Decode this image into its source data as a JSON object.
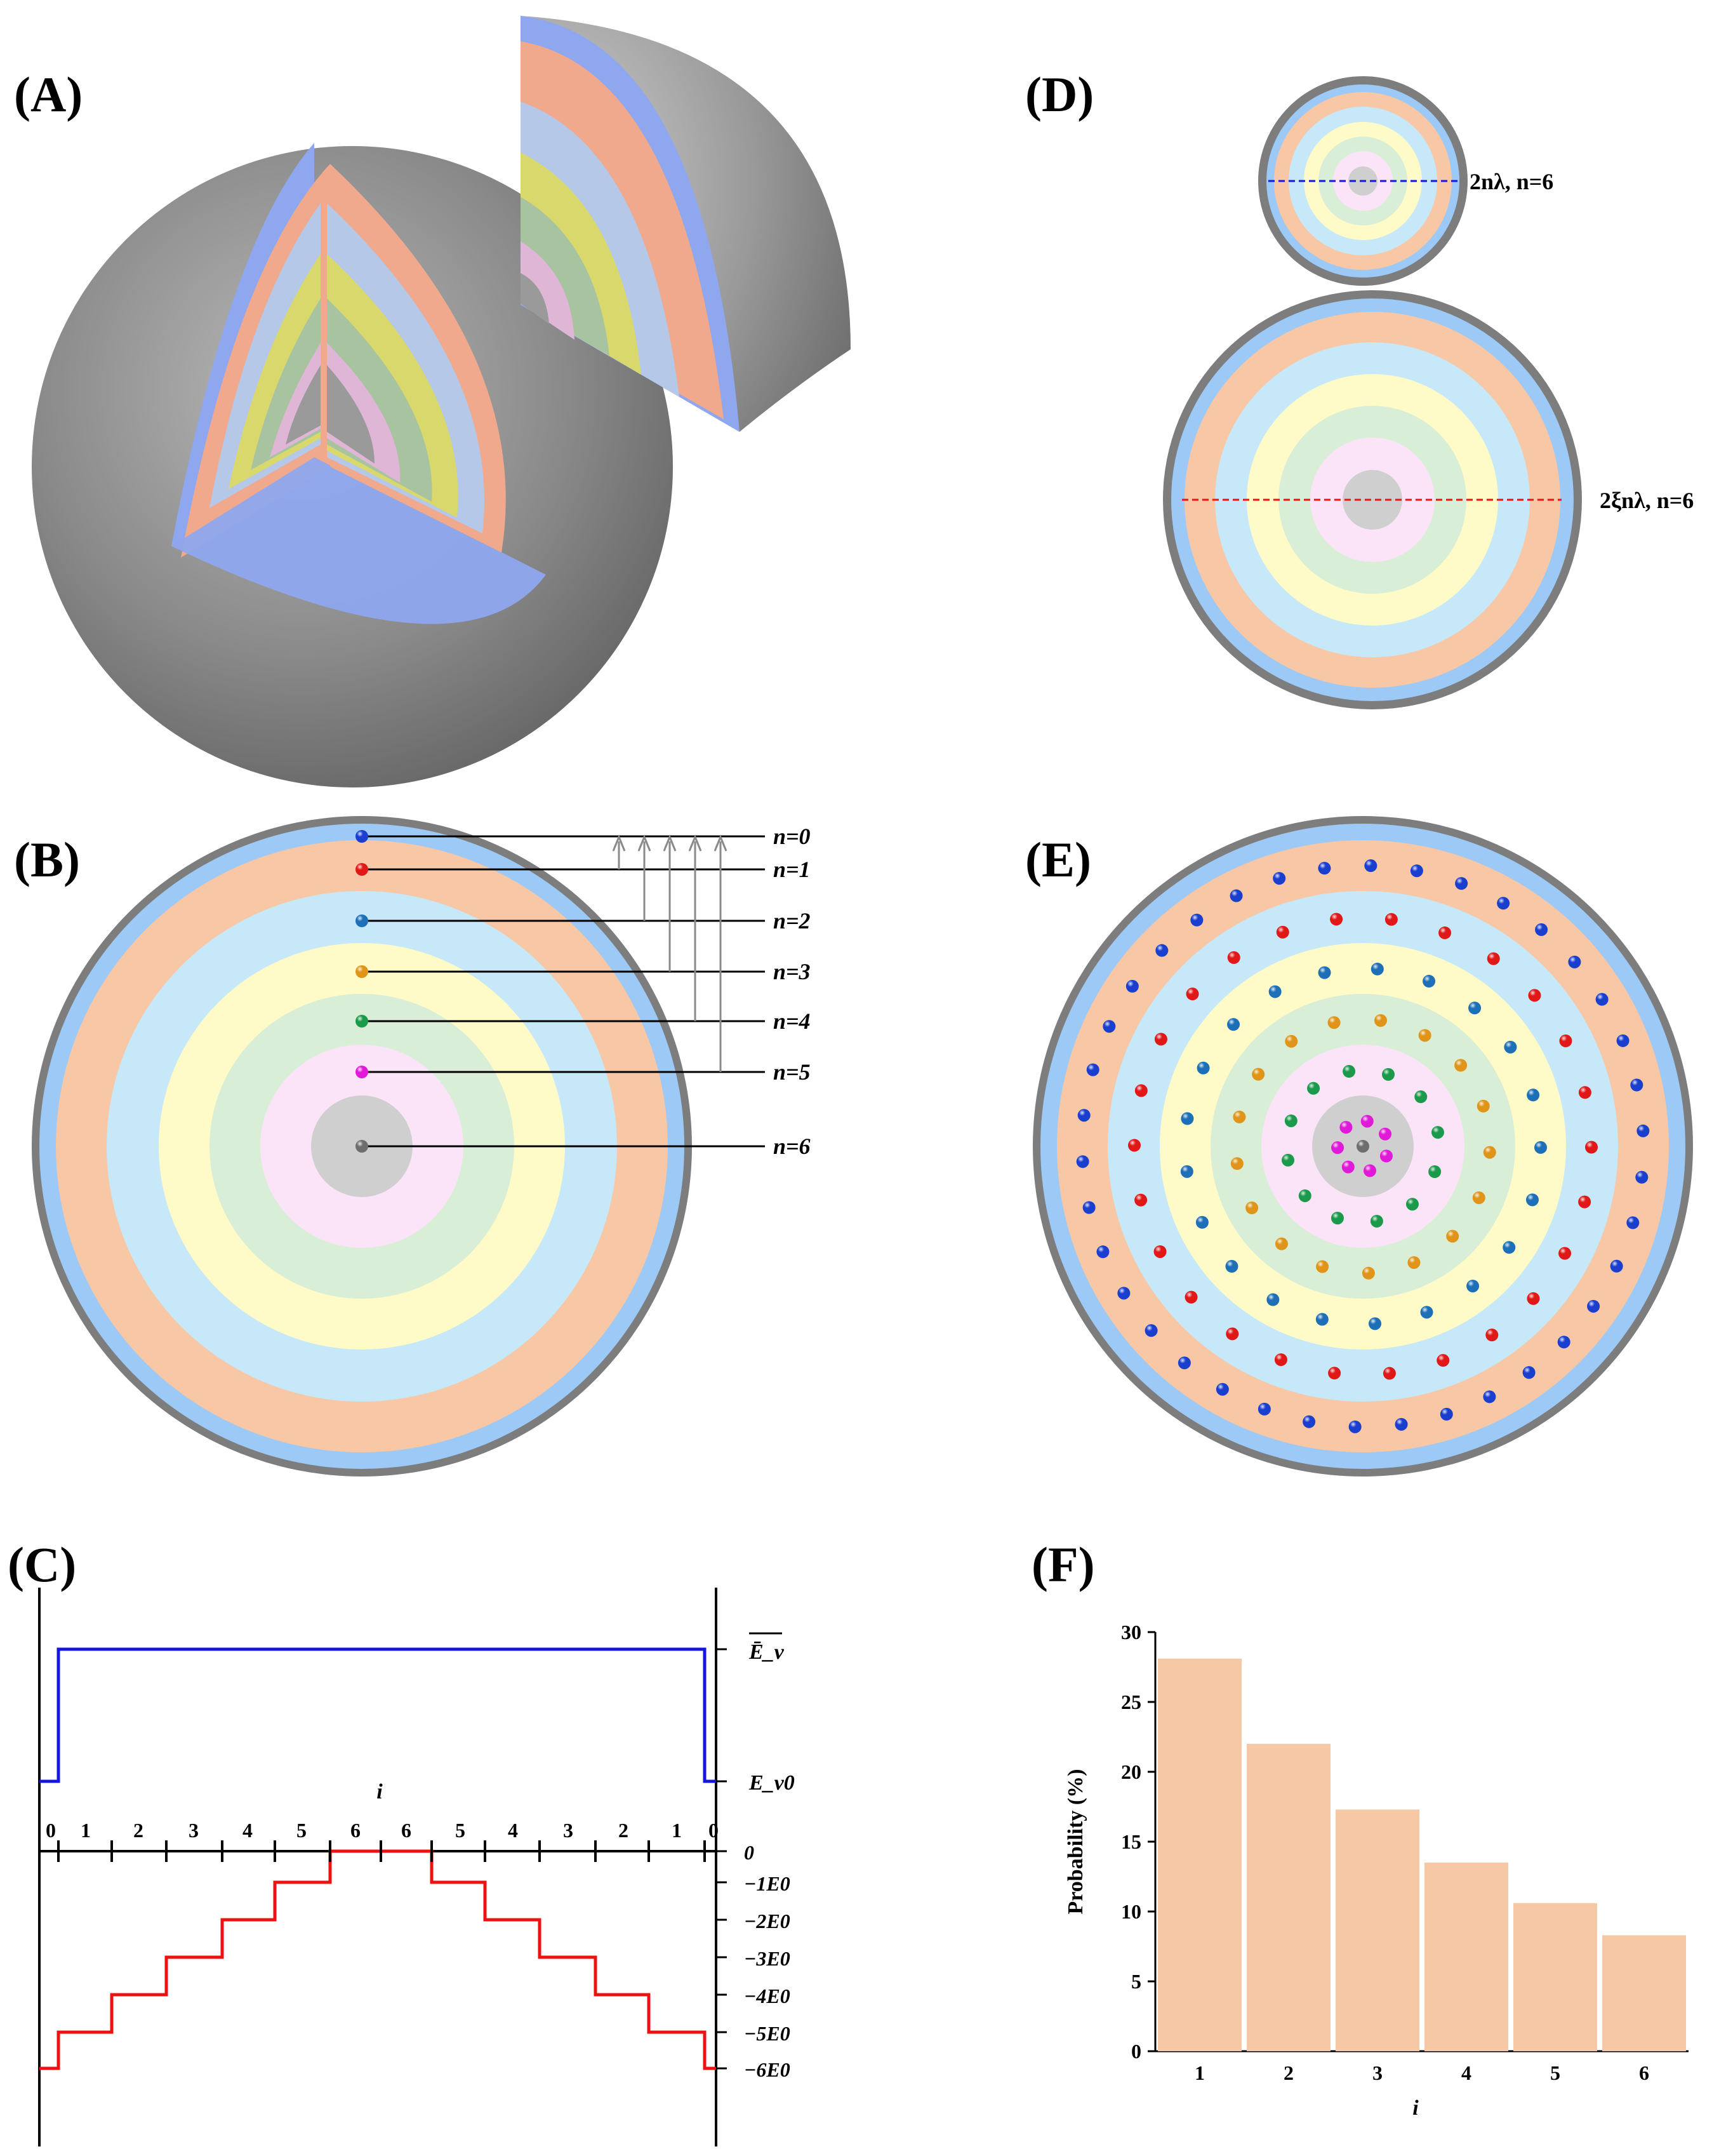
{
  "panels": {
    "a": "(A)",
    "b": "(B)",
    "c": "(C)",
    "d": "(D)",
    "e": "(E)",
    "f": "(F)"
  },
  "colors": {
    "shell_gray": "#7d7d7d",
    "blue_shell": "#9cc9f5",
    "orange": "#f7c7a6",
    "light_blue": "#c7e8f8",
    "yellow": "#fffbc8",
    "green": "#d9eed6",
    "pink": "#fbe4f8",
    "core": "#cfcfcf",
    "blue_line": "#1515e0",
    "red_line": "#ee1111",
    "bar": "#f7c8a6"
  },
  "panel_b": {
    "levels": [
      "n=0",
      "n=1",
      "n=2",
      "n=3",
      "n=4",
      "n=5",
      "n=6"
    ],
    "dot_colors": [
      "#1a3fcf",
      "#e01818",
      "#1d6fb8",
      "#e0951a",
      "#1a9a4a",
      "#e01ad8",
      "#6e6e6e"
    ]
  },
  "panel_c": {
    "top_labels": [
      "Ē_v",
      "E_v0"
    ],
    "x_label": "i",
    "i_ticks": [
      "0",
      "1",
      "2",
      "3",
      "4",
      "5",
      "6",
      "6",
      "5",
      "4",
      "3",
      "2",
      "1",
      "0"
    ],
    "energy_labels": [
      "0",
      "−1E0",
      "−2E0",
      "−3E0",
      "−4E0",
      "−5E0",
      "−6E0"
    ]
  },
  "panel_d": {
    "small_label": "2nλ, n=6",
    "large_label": "2ξnλ, n=6"
  },
  "panel_e": {
    "counts": [
      1,
      7,
      12,
      17,
      21,
      26,
      38
    ]
  },
  "chart_data": {
    "type": "bar",
    "categories": [
      "1",
      "2",
      "3",
      "4",
      "5",
      "6"
    ],
    "values": [
      28.1,
      22.0,
      17.3,
      13.5,
      10.6,
      8.3
    ],
    "xlabel": "i",
    "ylabel": "Probability (%)",
    "ylim": [
      0,
      30
    ],
    "yticks": [
      "0",
      "5",
      "10",
      "15",
      "20",
      "25",
      "30"
    ]
  }
}
